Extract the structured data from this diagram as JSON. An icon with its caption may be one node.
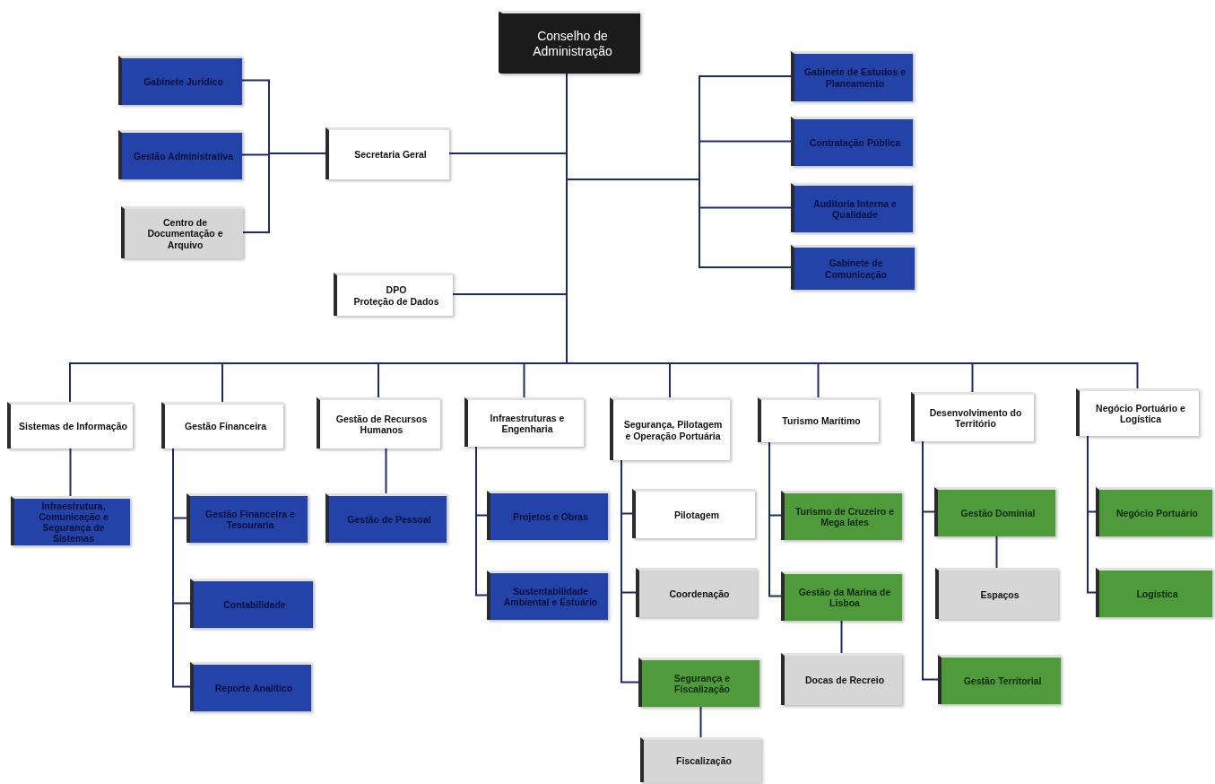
{
  "diagram": {
    "nodes": [
      {
        "text": [
          "Conselho de Administração"
        ]
      },
      {
        "text": [
          "Gabinete Jurídico"
        ]
      },
      {
        "text": [
          "Gestão Administrativa"
        ]
      },
      {
        "text": [
          "Centro de Documentação e Arquivo"
        ]
      },
      {
        "text": [
          "Secretaria Geral"
        ]
      },
      {
        "text": [
          "Gabinete de Estudos e Planeamento"
        ]
      },
      {
        "text": [
          "Contratação Pública"
        ]
      },
      {
        "text": [
          "Auditoria Interna e Qualidade"
        ]
      },
      {
        "text": [
          "Gabinete de Comunicação"
        ]
      },
      {
        "text": [
          "DPO",
          "Proteção de Dados"
        ]
      },
      {
        "text": [
          "Sistemas de Informação"
        ]
      },
      {
        "text": [
          "Gestão Financeira"
        ]
      },
      {
        "text": [
          "Gestão de Recursos Humanos"
        ]
      },
      {
        "text": [
          "Infraestruturas e Engenharia"
        ]
      },
      {
        "text": [
          "Segurança, Pilotagem e Operação Portuária"
        ]
      },
      {
        "text": [
          "Turismo Marítimo"
        ]
      },
      {
        "text": [
          "Desenvolvimento do Território"
        ]
      },
      {
        "text": [
          "Negócio Portuário e Logística"
        ]
      },
      {
        "text": [
          "Infraestrutura, Comunicação e Segurança de Sistemas"
        ]
      },
      {
        "text": [
          "Gestão Financeira e Tesouraria"
        ]
      },
      {
        "text": [
          "Contabilidade"
        ]
      },
      {
        "text": [
          "Reporte Analítico"
        ]
      },
      {
        "text": [
          "Gestão de Pessoal"
        ]
      },
      {
        "text": [
          "Projetos e Obras"
        ]
      },
      {
        "text": [
          "Sustentabilidade Ambiental e Estuário"
        ]
      },
      {
        "text": [
          "Pilotagem"
        ]
      },
      {
        "text": [
          "Coordenação"
        ]
      },
      {
        "text": [
          "Segurança e Fiscalização"
        ]
      },
      {
        "text": [
          "Fiscalização"
        ]
      },
      {
        "text": [
          "Turismo de Cruzeiro e Mega Iates"
        ]
      },
      {
        "text": [
          "Gestão da Marina de Lisboa"
        ]
      },
      {
        "text": [
          "Docas de Recreio"
        ]
      },
      {
        "text": [
          "Gestão Dominial"
        ]
      },
      {
        "text": [
          "Espaços"
        ]
      },
      {
        "text": [
          "Gestão Territorial"
        ]
      },
      {
        "text": [
          "Negócio Portuário"
        ]
      },
      {
        "text": [
          "Logística"
        ]
      }
    ],
    "edges": [
      {
        "from": 0,
        "to": 4,
        "arrow": "none"
      },
      {
        "from": 4,
        "to": 1,
        "arrow": "none"
      },
      {
        "from": 4,
        "to": 2,
        "arrow": "none"
      },
      {
        "from": 4,
        "to": 3,
        "arrow": "none"
      },
      {
        "from": 0,
        "to": 5,
        "arrow": "none"
      },
      {
        "from": 0,
        "to": 6,
        "arrow": "none"
      },
      {
        "from": 0,
        "to": 7,
        "arrow": "none"
      },
      {
        "from": 0,
        "to": 8,
        "arrow": "none"
      },
      {
        "from": 0,
        "to": 9,
        "arrow": "none"
      },
      {
        "from": 0,
        "to": 10,
        "arrow": "none"
      },
      {
        "from": 0,
        "to": 11,
        "arrow": "none"
      },
      {
        "from": 0,
        "to": 12,
        "arrow": "none"
      },
      {
        "from": 0,
        "to": 13,
        "arrow": "none"
      },
      {
        "from": 0,
        "to": 14,
        "arrow": "none"
      },
      {
        "from": 0,
        "to": 15,
        "arrow": "none"
      },
      {
        "from": 0,
        "to": 16,
        "arrow": "none"
      },
      {
        "from": 0,
        "to": 17,
        "arrow": "none"
      },
      {
        "from": 10,
        "to": 18,
        "arrow": "none"
      },
      {
        "from": 11,
        "to": 19,
        "arrow": "none"
      },
      {
        "from": 11,
        "to": 20,
        "arrow": "none"
      },
      {
        "from": 11,
        "to": 21,
        "arrow": "none"
      },
      {
        "from": 12,
        "to": 22,
        "arrow": "none"
      },
      {
        "from": 13,
        "to": 23,
        "arrow": "none"
      },
      {
        "from": 13,
        "to": 24,
        "arrow": "none"
      },
      {
        "from": 14,
        "to": 25,
        "arrow": "none"
      },
      {
        "from": 14,
        "to": 26,
        "arrow": "none"
      },
      {
        "from": 14,
        "to": 27,
        "arrow": "none"
      },
      {
        "from": 27,
        "to": 28,
        "arrow": "none"
      },
      {
        "from": 15,
        "to": 29,
        "arrow": "none"
      },
      {
        "from": 15,
        "to": 30,
        "arrow": "none"
      },
      {
        "from": 30,
        "to": 31,
        "arrow": "none"
      },
      {
        "from": 16,
        "to": 32,
        "arrow": "none"
      },
      {
        "from": 32,
        "to": 33,
        "arrow": "none"
      },
      {
        "from": 16,
        "to": 34,
        "arrow": "none"
      },
      {
        "from": 17,
        "to": 35,
        "arrow": "none"
      },
      {
        "from": 17,
        "to": 36,
        "arrow": "none"
      }
    ]
  }
}
